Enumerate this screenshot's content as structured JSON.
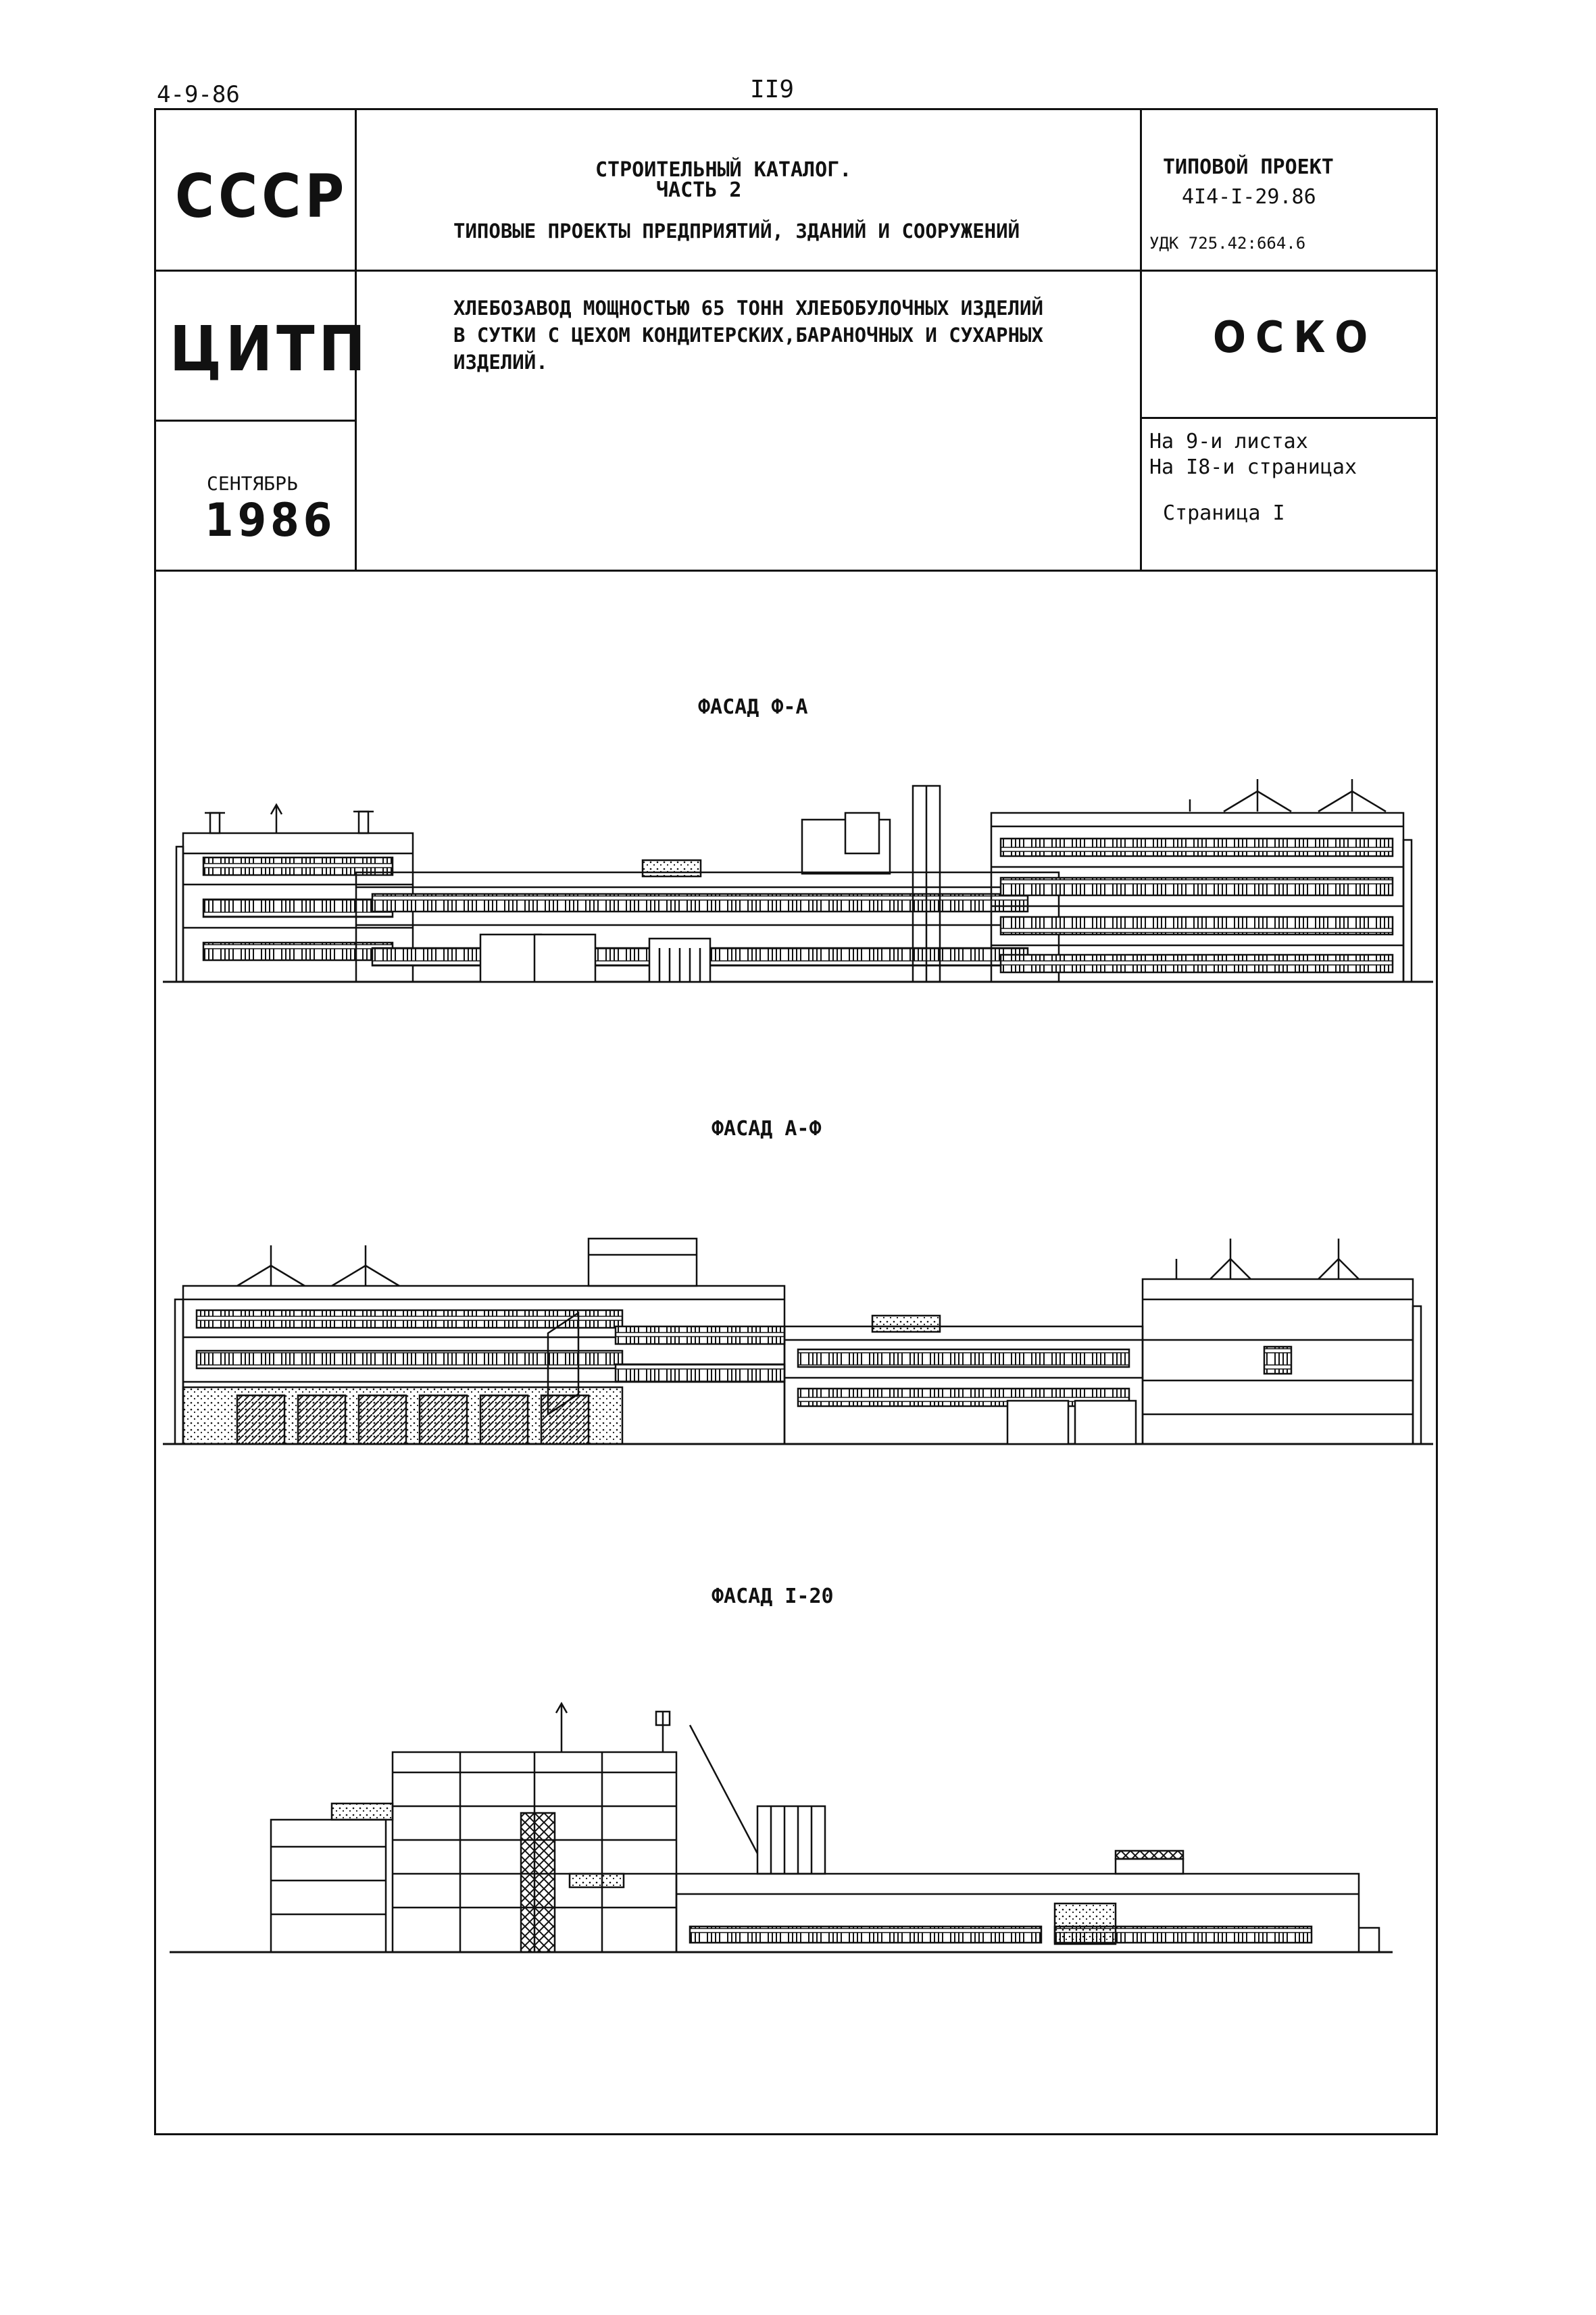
{
  "header": {
    "doc_code": "4-9-86",
    "page_number": "II9"
  },
  "stamp": {
    "org_country": "СССР",
    "org_institute": "ЦИТП",
    "month": "СЕНТЯБРЬ",
    "year": "1986",
    "catalog_title": "СТРОИТЕЛЬНЫЙ КАТАЛОГ.",
    "catalog_part": "ЧАСТЬ 2",
    "catalog_subtitle": "ТИПОВЫЕ ПРОЕКТЫ ПРЕДПРИЯТИЙ, ЗДАНИЙ И СООРУЖЕНИЙ",
    "project_label": "ТИПОВОЙ ПРОЕКТ",
    "project_code": "4I4-I-29.86",
    "udk": "УДК 725.42:664.6",
    "description_lines": [
      "ХЛЕБОЗАВОД МОЩНОСТЬЮ 65 ТОНН ХЛЕБОБУЛОЧНЫХ ИЗДЕЛИЙ",
      "В СУТКИ С ЦЕХОМ КОНДИТЕРСКИХ,БАРАНОЧНЫХ И СУХАРНЫХ",
      "ИЗДЕЛИЙ."
    ],
    "section_code": "ОСКО",
    "sheets": "На 9-и листах",
    "pages": "На I8-и страницах",
    "page_label": "Страница I"
  },
  "drawings": {
    "facade_1_title": "ФАСАД Ф-А",
    "facade_2_title": "ФАСАД А-Ф",
    "facade_3_title": "ФАСАД I-20"
  }
}
